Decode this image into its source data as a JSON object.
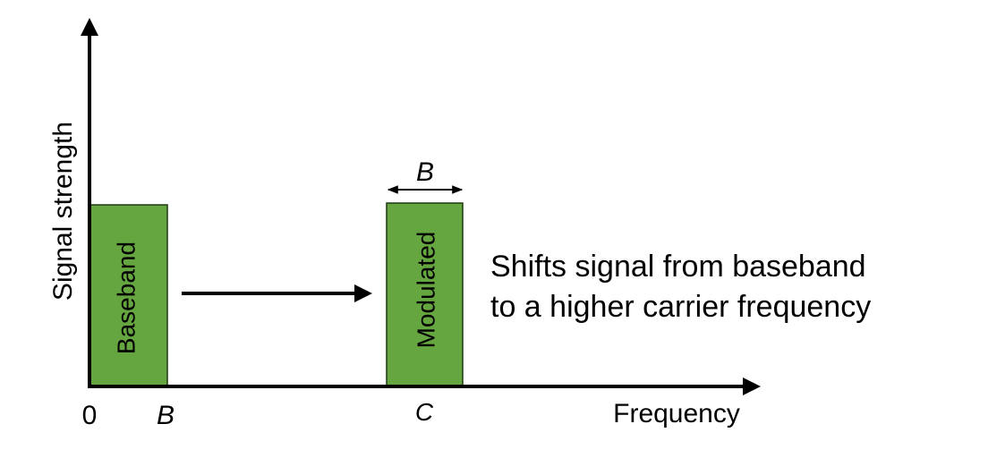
{
  "axes": {
    "y_label": "Signal strength",
    "x_label": "Frequency",
    "origin_label": "0",
    "tick_b_label": "B",
    "tick_c_label": "C"
  },
  "bands": {
    "baseband_label": "Baseband",
    "modulated_label": "Modulated",
    "bandwidth_label": "B",
    "fill_color": "#66a640",
    "stroke_color": "#1f3a10"
  },
  "annotation": {
    "line1": "Shifts signal from baseband",
    "line2": "to a higher carrier frequency"
  }
}
